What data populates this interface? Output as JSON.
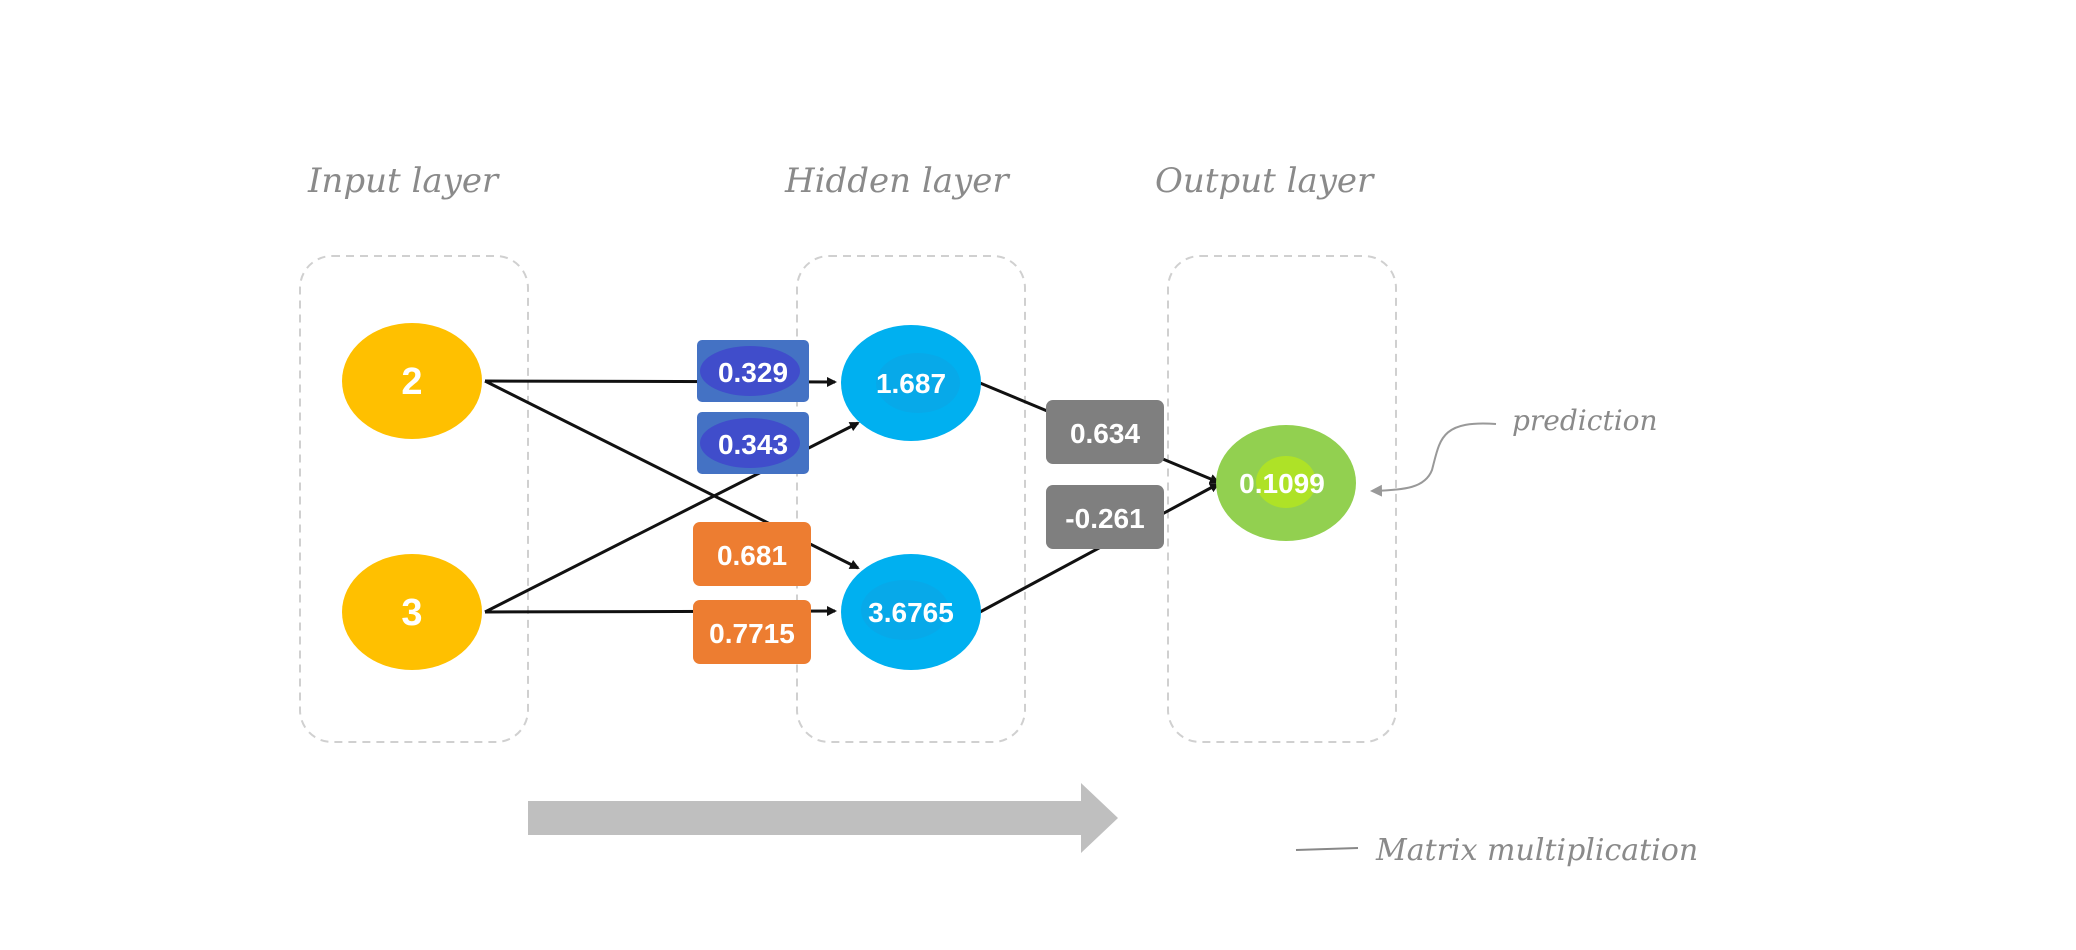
{
  "layers": {
    "input_label": "Input layer",
    "hidden_label": "Hidden layer",
    "output_label": "Output layer"
  },
  "inputs": [
    "2",
    "3"
  ],
  "hidden": [
    "1.687",
    "3.6765"
  ],
  "output": "0.1099",
  "weights": {
    "to_hidden_1": [
      "0.329",
      "0.343"
    ],
    "to_hidden_2": [
      "0.681",
      "0.7715"
    ],
    "to_output": [
      "0.634",
      "-0.261"
    ]
  },
  "annotations": {
    "prediction": "prediction",
    "matrix_multiplication": "Matrix multiplication"
  },
  "colors": {
    "input_node": "#FFC000",
    "hidden_node": "#00B0F0",
    "output_node": "#92D050",
    "weight_blue": "#4472C4",
    "weight_orange": "#ED7D31",
    "weight_gray": "#7F7F7F",
    "arrow_gray": "#BFBFBF",
    "label_gray": "#8a8a8a"
  }
}
